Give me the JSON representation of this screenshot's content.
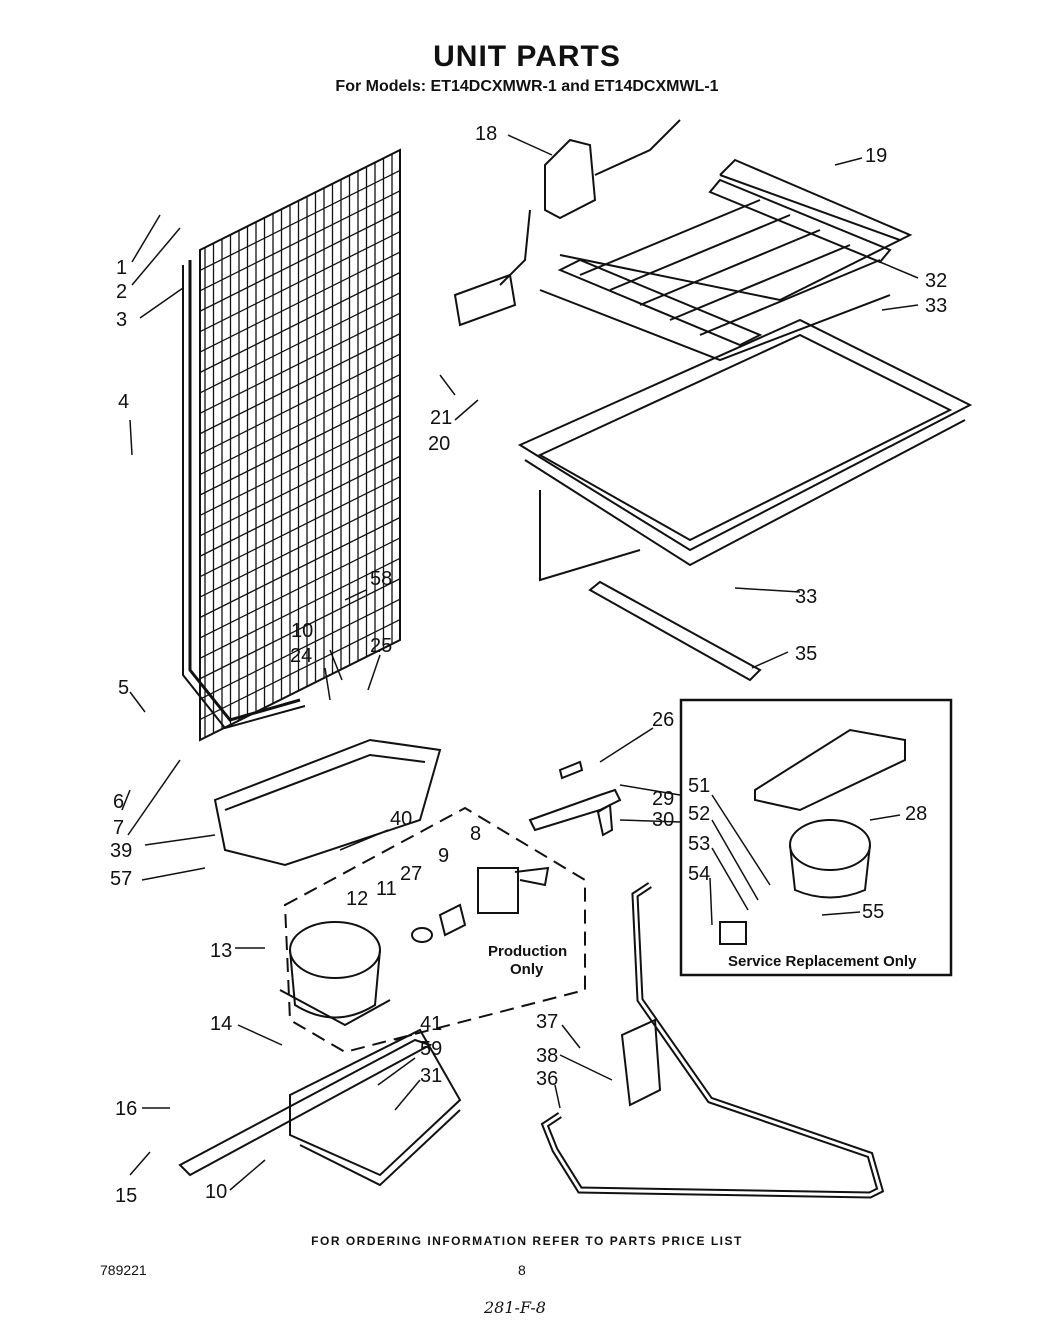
{
  "title": "UNIT PARTS",
  "subtitle": "For Models: ET14DCXMWR-1 and ET14DCXMWL-1",
  "callouts": [
    "1",
    "2",
    "3",
    "4",
    "5",
    "6",
    "7",
    "10",
    "24",
    "58",
    "25",
    "39",
    "57",
    "40",
    "8",
    "9",
    "27",
    "11",
    "12",
    "13",
    "14",
    "16",
    "15",
    "10",
    "41",
    "59",
    "31",
    "18",
    "19",
    "32",
    "33",
    "21",
    "20",
    "33",
    "35",
    "26",
    "29",
    "30",
    "51",
    "52",
    "53",
    "54",
    "28",
    "55",
    "37",
    "38",
    "36"
  ],
  "production_box_label": [
    "Production",
    "Only"
  ],
  "service_box_label": "Service Replacement Only",
  "footer": "FOR ORDERING INFORMATION REFER TO PARTS PRICE LIST",
  "doc_number": "789221",
  "page_number": "8",
  "handwritten_note": "281-F-8"
}
